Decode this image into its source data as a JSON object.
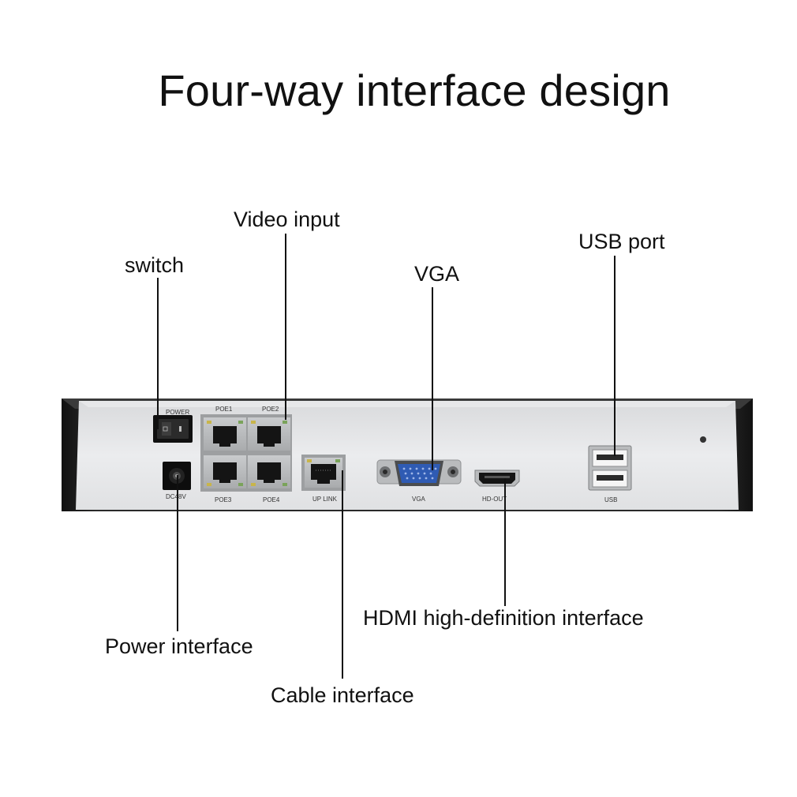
{
  "title": "Four-way interface design",
  "callouts": {
    "video_input": "Video input",
    "switch": "switch",
    "vga": "VGA",
    "usb_port": "USB port",
    "power_interface": "Power interface",
    "cable_interface": "Cable interface",
    "hdmi": "HDMI high-definition interface"
  },
  "panel_labels": {
    "power": "POWER",
    "poe1": "POE1",
    "poe2": "POE2",
    "poe3": "POE3",
    "poe4": "POE4",
    "dc": "DC48V",
    "uplink": "UP LINK",
    "vga": "VGA",
    "hdout": "HD-OUT",
    "usb": "USB"
  },
  "colors": {
    "panel": "#e4e5e7",
    "frame": "#1e1e1e",
    "vga_blue": "#2f5bb3"
  }
}
